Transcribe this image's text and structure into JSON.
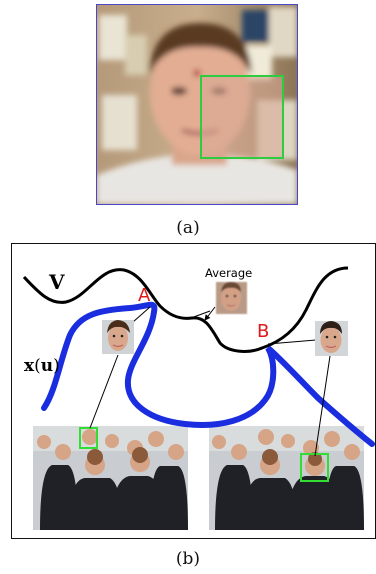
{
  "panel_a": {
    "caption": "(a)",
    "colors": {
      "border": "#4a48c8",
      "highlight_box": "#2ecc40"
    }
  },
  "panel_b": {
    "caption": "(b)",
    "labels": {
      "v": "V",
      "x_of_u_bold": "x",
      "x_of_u_arg": "u",
      "average": "Average",
      "point_a": "A",
      "point_b": "B"
    },
    "colors": {
      "curve_v": "#000000",
      "curve_x": "#1a2ee0",
      "point_label": "#e01818",
      "face_box": "#33dd33"
    },
    "icons": [
      "average-face-thumbnail",
      "face-thumbnail-a",
      "face-thumbnail-b",
      "group-photo-left",
      "group-photo-right"
    ]
  }
}
